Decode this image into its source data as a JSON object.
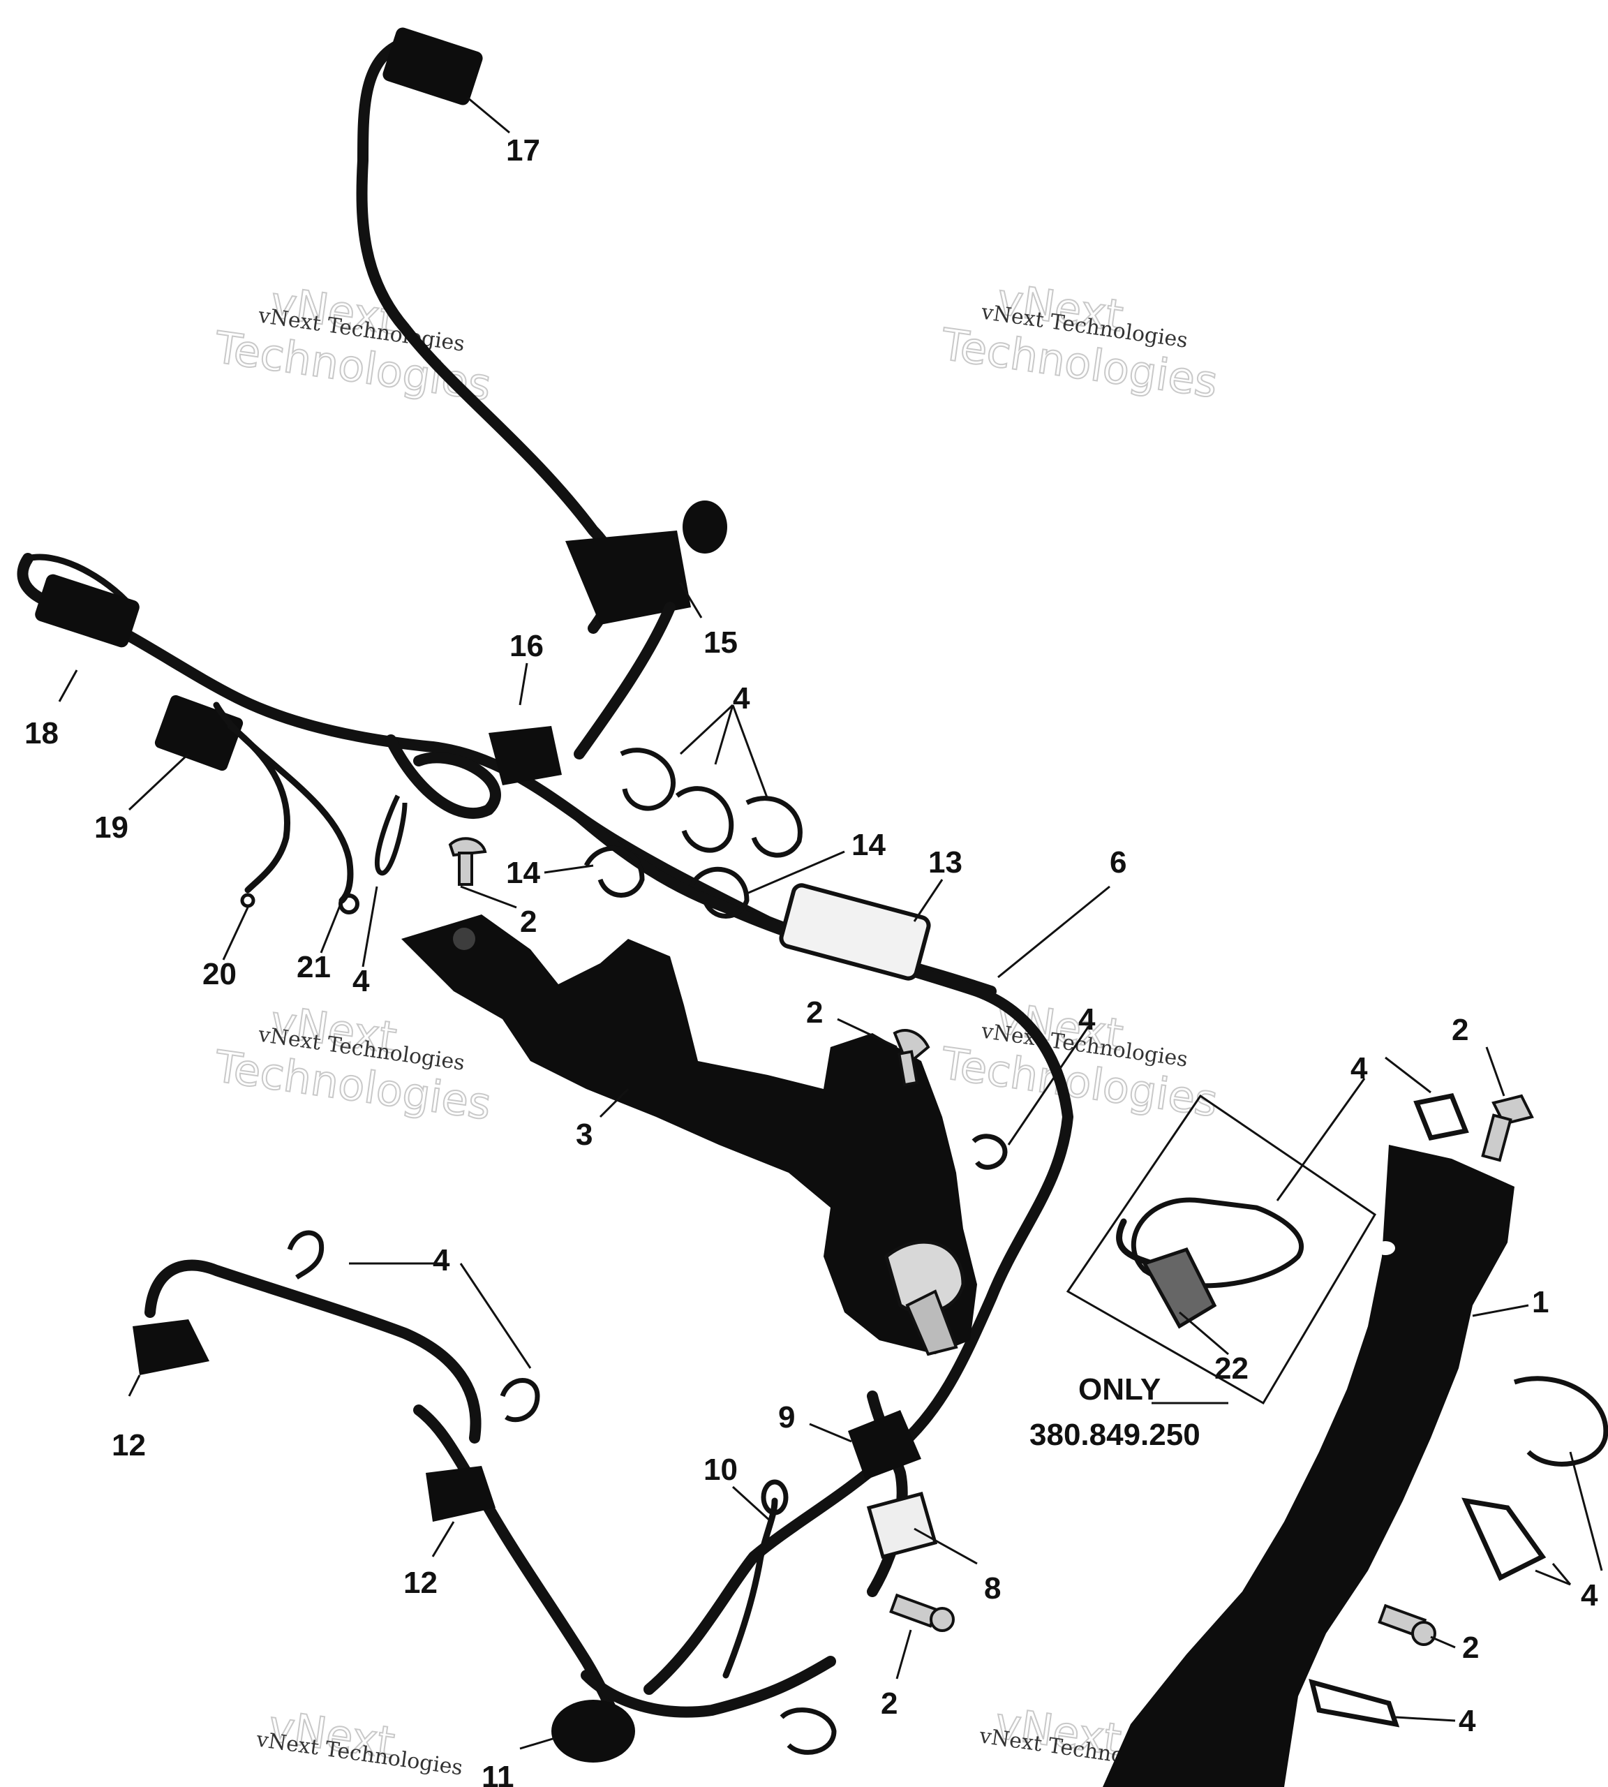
{
  "diagram": {
    "callouts": [
      "17",
      "15",
      "16",
      "18",
      "19",
      "4",
      "14",
      "14",
      "13",
      "6",
      "2",
      "20",
      "21",
      "4",
      "2",
      "3",
      "4",
      "2",
      "4",
      "22",
      "1",
      "4",
      "9",
      "12",
      "12",
      "10",
      "8",
      "2",
      "4",
      "2",
      "4",
      "11"
    ],
    "note": {
      "line1": "ONLY",
      "line2": "380.849.250"
    },
    "watermark": {
      "small": "vNext Technologies",
      "big_top": "vNext",
      "big_bottom": "Technologies"
    },
    "colors": {
      "ink": "#111111",
      "part_fill": "#0d0d0d",
      "background": "#ffffff"
    }
  }
}
